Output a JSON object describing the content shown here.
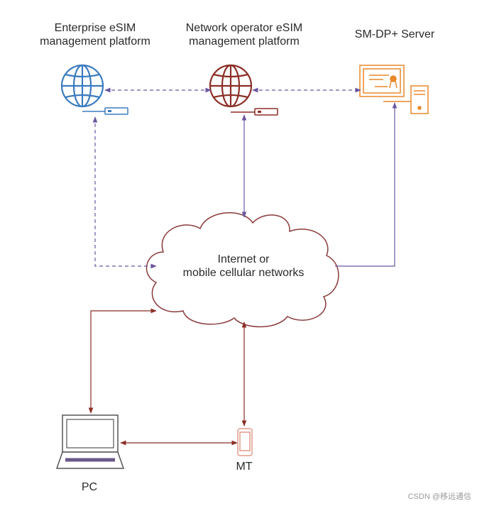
{
  "nodes": {
    "enterprise": {
      "line1": "Enterprise eSIM",
      "line2": "management platform",
      "icon": "globe-icon",
      "color": "#3b7bbf"
    },
    "operator": {
      "line1": "Network operator eSIM",
      "line2": "management platform",
      "icon": "globe-icon",
      "color": "#8b2e26"
    },
    "smdp": {
      "label": "SM-DP+ Server",
      "icon": "certificate-server-icon",
      "color": "#e8892a"
    },
    "cloud": {
      "line1": "Internet or",
      "line2": "mobile cellular networks",
      "color": "#8a3a3a"
    },
    "pc": {
      "label": "PC",
      "icon": "laptop-icon",
      "color": "#6a5a8a"
    },
    "mt": {
      "label": "MT",
      "icon": "phone-icon",
      "color": "#e09a8a"
    }
  },
  "colors": {
    "purple_link": "#6a56a0",
    "red_link": "#8b2e26"
  },
  "watermark": "CSDN @移远通信"
}
